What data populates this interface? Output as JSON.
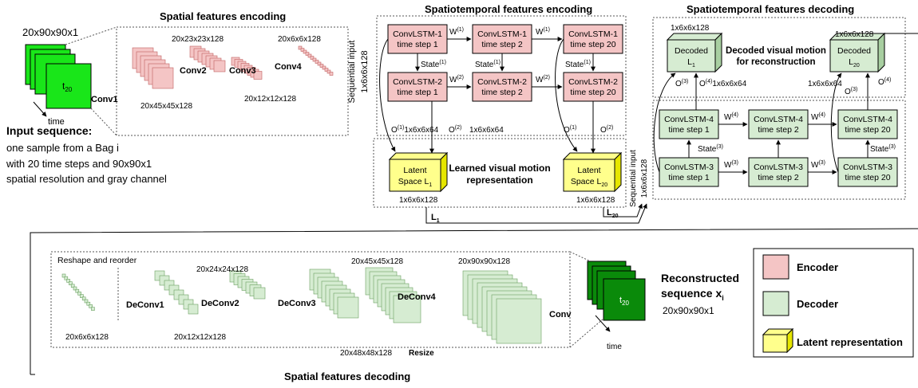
{
  "titles": {
    "spatial_encoding": "Spatial features encoding",
    "spatiotemporal_encoding": "Spatiotemporal features encoding",
    "spatiotemporal_decoding": "Spatiotemporal features decoding",
    "spatial_decoding": "Spatial features decoding"
  },
  "input": {
    "dims": "20x90x90x1",
    "frame_label": "t",
    "frame_sub": "20",
    "time": "time",
    "heading": "Input sequence:",
    "desc_1": "one sample from a Bag i",
    "desc_2": "with 20 time steps and 90x90x1",
    "desc_3": "spatial resolution and gray channel"
  },
  "encoder_convs": {
    "conv1": "Conv1",
    "conv2": "Conv2",
    "conv3": "Conv3",
    "conv4": "Conv4",
    "dim_45": "20x45x45x128",
    "dim_23": "20x23x23x128",
    "dim_12": "20x12x12x128",
    "dim_6": "20x6x6x128"
  },
  "st_encoder": {
    "seq_input": "Sequential input",
    "seq_dims": "1x6x6x128",
    "cells": [
      {
        "l1": "ConvLSTM-1",
        "l2": "time step 1"
      },
      {
        "l1": "ConvLSTM-1",
        "l2": "time step 2"
      },
      {
        "l1": "ConvLSTM-1",
        "l2": "time step 20"
      },
      {
        "l1": "ConvLSTM-2",
        "l2": "time step 1"
      },
      {
        "l1": "ConvLSTM-2",
        "l2": "time step 2"
      },
      {
        "l1": "ConvLSTM-2",
        "l2": "time step 20"
      }
    ],
    "w1": "W",
    "w1_sup": "(1)",
    "w2": "W",
    "w2_sup": "(2)",
    "state1": "State",
    "state1_sup": "(1)",
    "o1": "O",
    "o1_sup": "(1)",
    "o2": "O",
    "o2_sup": "(2)",
    "dim_64": "1x6x6x64"
  },
  "latent": {
    "label": "Latent",
    "label2": "Space L",
    "sub_1": "1",
    "sub_20": "20",
    "dims": "1x6x6x128",
    "caption_1": "Learned visual motion",
    "caption_2": "representation",
    "l": "L",
    "l_sub_1": "1",
    "l_sub_20": "20"
  },
  "st_decoder": {
    "seq_input": "Sequential input",
    "seq_dims": "1x6x6x128",
    "decoded": "Decoded",
    "decoded_l": "L",
    "sub_1": "1",
    "sub_20": "20",
    "dims_128": "1x6x6x128",
    "dims_64": "1x6x6x64",
    "caption_1": "Decoded visual motion",
    "caption_2": "for reconstruction",
    "cells": [
      {
        "l1": "ConvLSTM-4",
        "l2": "time step 1"
      },
      {
        "l1": "ConvLSTM-4",
        "l2": "time step 2"
      },
      {
        "l1": "ConvLSTM-4",
        "l2": "time step 20"
      },
      {
        "l1": "ConvLSTM-3",
        "l2": "time step 1"
      },
      {
        "l1": "ConvLSTM-3",
        "l2": "time step 2"
      },
      {
        "l1": "ConvLSTM-3",
        "l2": "time step 20"
      }
    ],
    "o": "O",
    "o3_sup": "(3)",
    "o4_sup": "(4)",
    "w": "W",
    "w3_sup": "(3)",
    "w4_sup": "(4)",
    "state": "State",
    "state3_sup": "(3)"
  },
  "spatial_decoder": {
    "reshape": "Reshape and reorder",
    "deconv1": "DeConv1",
    "deconv2": "DeConv2",
    "deconv3": "DeConv3",
    "deconv4": "DeConv4",
    "resize": "Resize",
    "conv": "Conv",
    "dim_6": "20x6x6x128",
    "dim_12": "20x12x12x128",
    "dim_24": "20x24x24x128",
    "dim_45": "20x45x45x128",
    "dim_48": "20x48x48x128",
    "dim_90": "20x90x90x128"
  },
  "output": {
    "frame_label": "t",
    "frame_sub": "20",
    "time": "time",
    "heading_1": "Reconstructed",
    "heading_2": "sequence x",
    "heading_sub": "i",
    "dims": "20x90x90x1"
  },
  "legend": {
    "encoder": "Encoder",
    "decoder": "Decoder",
    "latent": "Latent representation"
  },
  "colors": {
    "encoder_fill": "#f4c5c5",
    "decoder_fill": "#d6ecd2",
    "latent_fill": "#ffff8c",
    "input_green": "#19e619",
    "output_green": "#0a8a0a"
  }
}
